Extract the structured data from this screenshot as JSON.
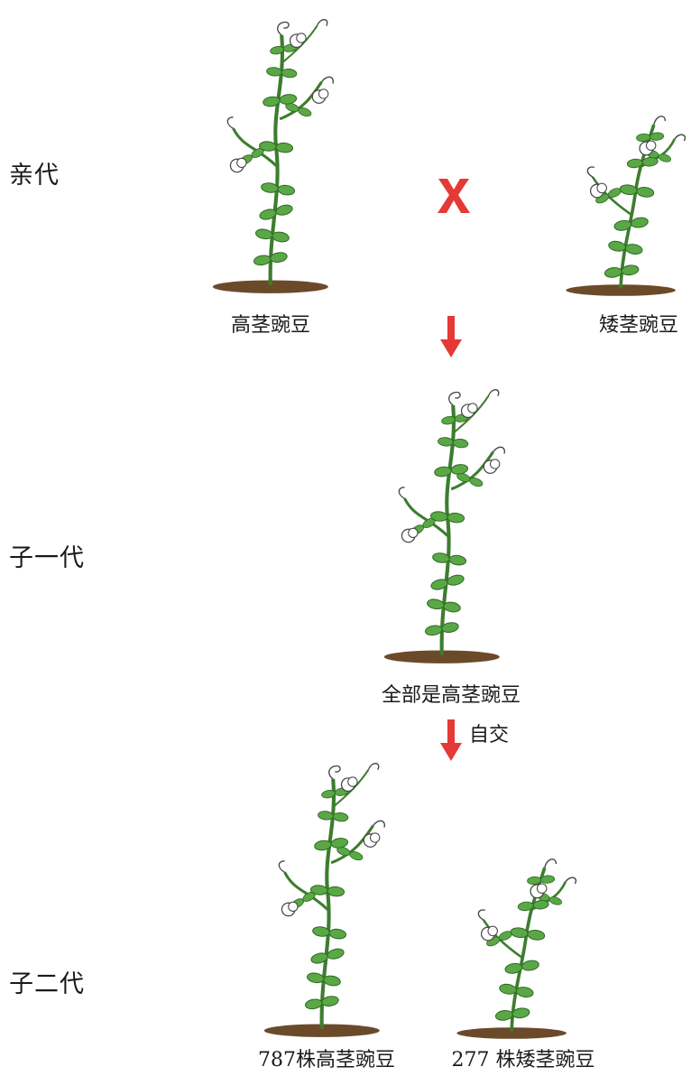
{
  "generations": {
    "parent": "亲代",
    "f1": "子一代",
    "f2": "子二代"
  },
  "parents": {
    "tall_label": "高茎豌豆",
    "short_label": "矮茎豌豆",
    "cross_symbol": "X"
  },
  "f1": {
    "label": "全部是高茎豌豆",
    "selfing_label": "自交"
  },
  "f2": {
    "tall_label": "787株高茎豌豆",
    "short_label": "277 株矮茎豌豆"
  },
  "colors": {
    "arrow": "#e53935",
    "cross": "#e53935",
    "leaf": "#4f9a3c",
    "leaf_dark": "#2f6b26",
    "soil": "#6b4a2a"
  }
}
